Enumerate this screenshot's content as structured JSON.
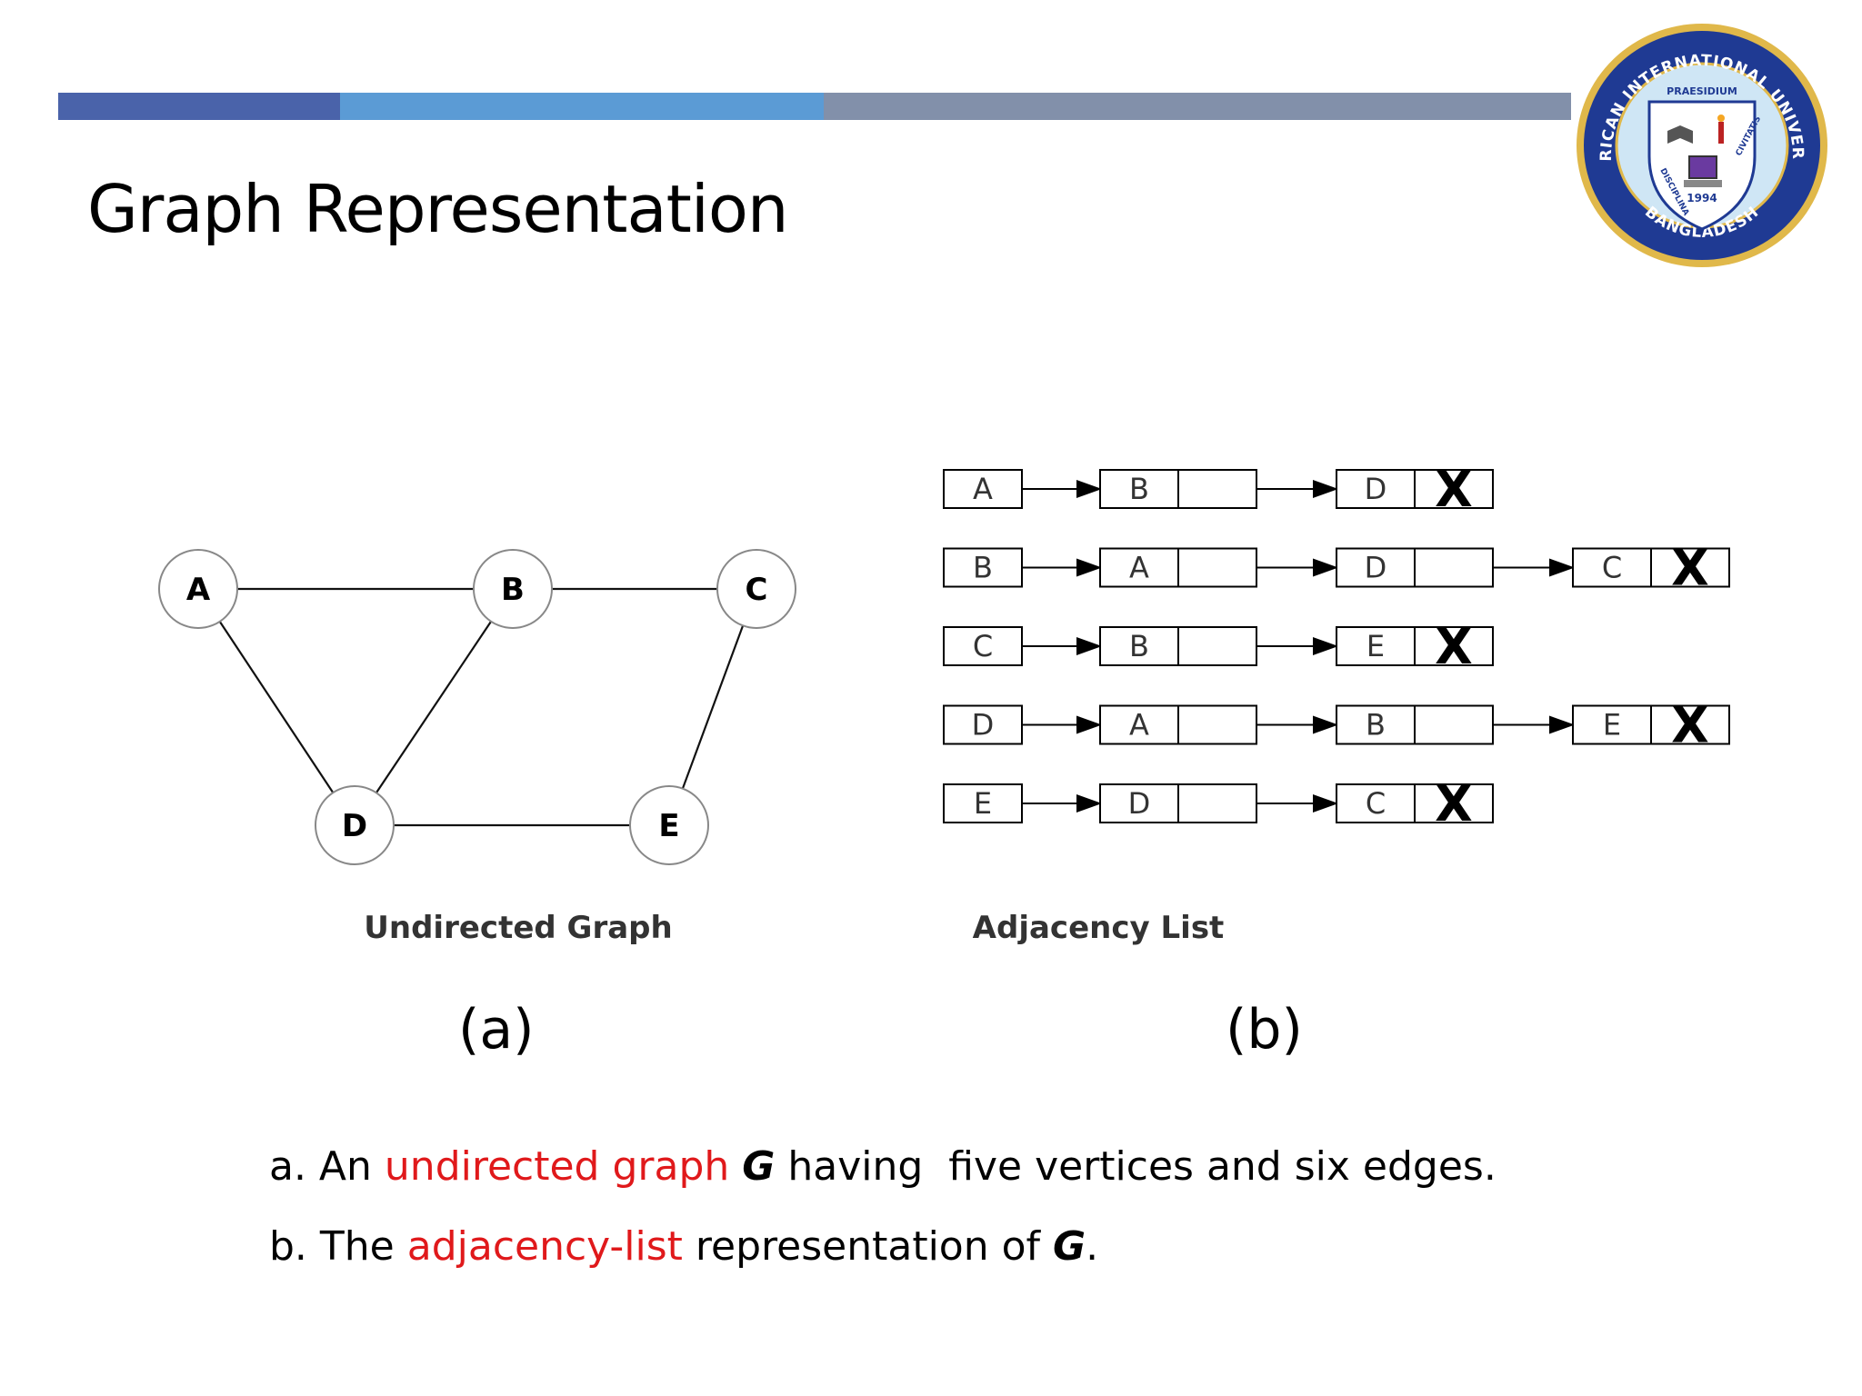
{
  "slide": {
    "title": "Graph Representation",
    "caption_a": "(a)",
    "caption_b": "(b)"
  },
  "logo": {
    "name": "American International University Bangladesh seal",
    "text_top": "AMERICAN INTERNATIONAL UNIVERSITY",
    "text_bottom": "BANGLADESH",
    "motto_top": "PRAESIDIUM",
    "motto_left": "DISCIPLINA",
    "motto_right": "CIVITATIS",
    "year": "1994",
    "colors": {
      "ring": "#1f3a93",
      "inner": "#d8ecf8",
      "gold": "#e0b84a"
    }
  },
  "graph": {
    "label": "Undirected Graph",
    "nodes": [
      "A",
      "B",
      "C",
      "D",
      "E"
    ],
    "edges": [
      [
        "A",
        "B"
      ],
      [
        "B",
        "C"
      ],
      [
        "A",
        "D"
      ],
      [
        "B",
        "D"
      ],
      [
        "C",
        "E"
      ],
      [
        "D",
        "E"
      ]
    ]
  },
  "adjacency": {
    "label": "Adjacency List",
    "rows": [
      {
        "head": "A",
        "list": [
          "B",
          "D"
        ]
      },
      {
        "head": "B",
        "list": [
          "A",
          "D",
          "C"
        ]
      },
      {
        "head": "C",
        "list": [
          "B",
          "E"
        ]
      },
      {
        "head": "D",
        "list": [
          "A",
          "B",
          "E"
        ]
      },
      {
        "head": "E",
        "list": [
          "D",
          "C"
        ]
      }
    ],
    "null_symbol": "X"
  },
  "description": {
    "line_a": {
      "prefix": "a. An ",
      "highlight": "undirected graph",
      "mid": " ",
      "g": "G",
      "suffix": " having  five vertices and six edges."
    },
    "line_b": {
      "prefix": "b. The ",
      "highlight": "adjacency-list",
      "mid": " representation of ",
      "g": "G",
      "suffix": "."
    }
  },
  "colors": {
    "highlight": "#e0191b",
    "bar1": "#4a63aa",
    "bar2": "#5b9bd5",
    "bar3": "#8290aa"
  }
}
